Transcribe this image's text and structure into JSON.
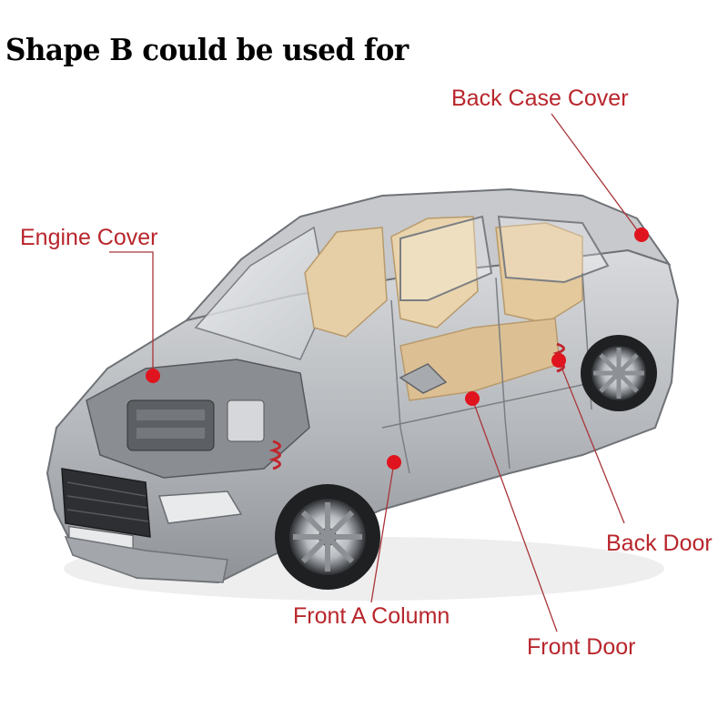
{
  "title": "Shape B could be used for",
  "labels": {
    "back_case_cover": "Back Case Cover",
    "engine_cover": "Engine Cover",
    "back_door": "Back Door",
    "front_a_column": "Front A Column",
    "front_door": "Front Door"
  },
  "colors": {
    "label_text": "#b8262c",
    "marker": "#e0141e",
    "leader_line": "#a8353a",
    "car_body": "#b7b9bd",
    "interior": "#e6cfa6"
  }
}
